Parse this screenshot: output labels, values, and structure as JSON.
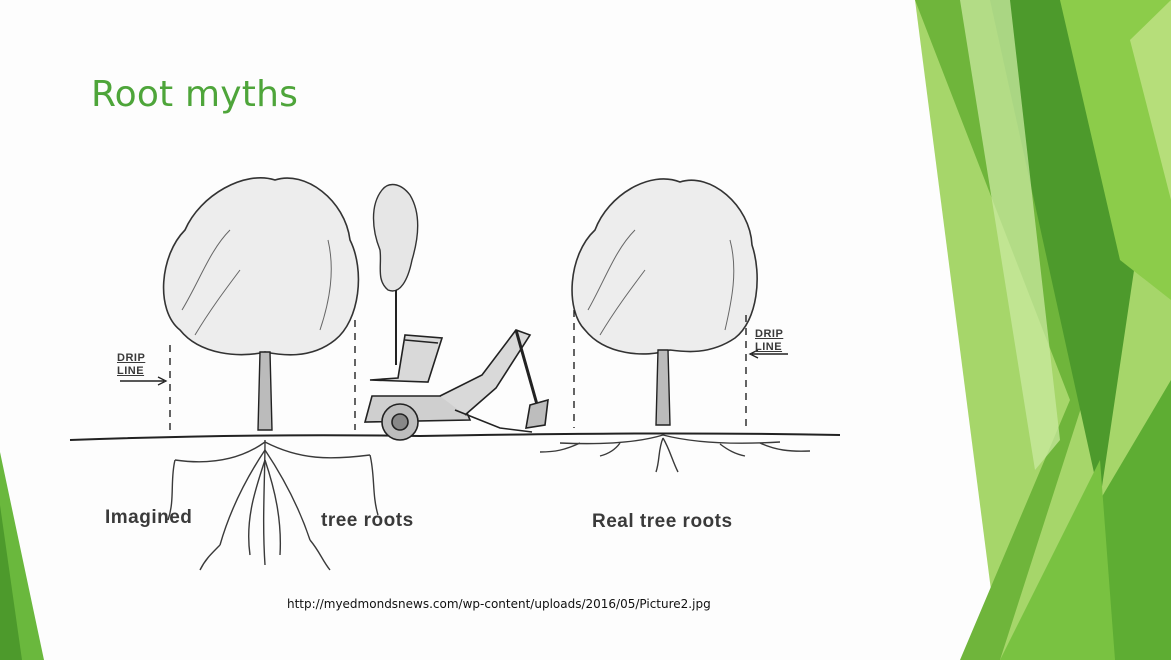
{
  "slide": {
    "title": "Root myths",
    "source_url": "http://myedmondsnews.com/wp-content/uploads/2016/05/Picture2.jpg",
    "accent_color": "#4ea53a"
  },
  "figure": {
    "drip_line_left": "DRIP\nLINE",
    "drip_line_right": "DRIP\nLINE",
    "caption_imagined": "Imagined",
    "caption_tree_roots": "tree roots",
    "caption_real": "Real tree roots"
  },
  "icons": [
    "tree-illustration",
    "backhoe-illustration",
    "root-system-illustration",
    "arrow-icon"
  ]
}
